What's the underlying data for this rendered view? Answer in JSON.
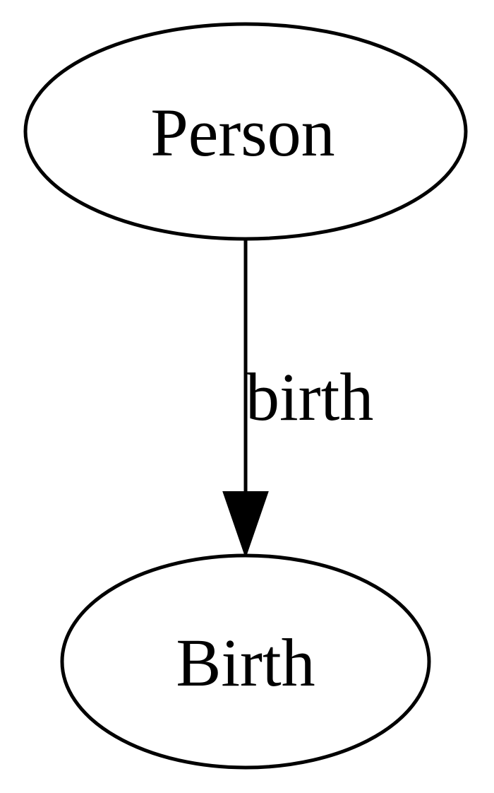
{
  "diagram": {
    "nodes": [
      {
        "id": "person",
        "label": "Person"
      },
      {
        "id": "birth",
        "label": "Birth"
      }
    ],
    "edges": [
      {
        "from": "person",
        "to": "birth",
        "label": "birth"
      }
    ],
    "colors": {
      "stroke": "#000000",
      "fill": "#ffffff",
      "text": "#000000"
    }
  }
}
